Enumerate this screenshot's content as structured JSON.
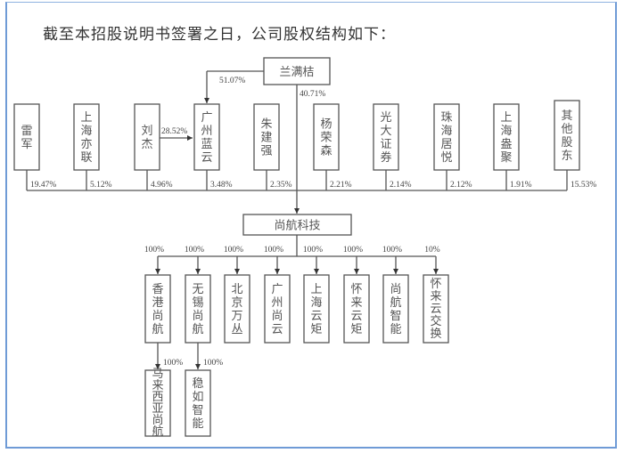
{
  "title": "截至本招股说明书签署之日，公司股权结构如下：",
  "controller": {
    "name": "兰满桔",
    "to_guangzhou_lanyun": "51.07%",
    "to_company": "40.71%"
  },
  "liu_jie_to_lanyun": "28.52%",
  "shareholders": [
    {
      "name": "雷军",
      "pct": "19.47%"
    },
    {
      "name": "上海亦联",
      "pct": "5.12%"
    },
    {
      "name": "刘杰",
      "pct": "4.96%"
    },
    {
      "name": "广州蓝云",
      "pct": "3.48%"
    },
    {
      "name": "朱建强",
      "pct": "2.35%"
    },
    {
      "name": "杨荣森",
      "pct": "2.21%"
    },
    {
      "name": "光大证券",
      "pct": "2.14%"
    },
    {
      "name": "珠海居悦",
      "pct": "2.12%"
    },
    {
      "name": "上海盎聚",
      "pct": "1.91%"
    },
    {
      "name": "其他股东",
      "pct": "15.53%"
    }
  ],
  "company": {
    "name": "尚航科技"
  },
  "subsidiaries": [
    {
      "name": "香港尚航",
      "pct": "100%"
    },
    {
      "name": "无锡尚航",
      "pct": "100%"
    },
    {
      "name": "北京万丛",
      "pct": "100%"
    },
    {
      "name": "广州尚云",
      "pct": "100%"
    },
    {
      "name": "上海云矩",
      "pct": "100%"
    },
    {
      "name": "怀来云矩",
      "pct": "100%"
    },
    {
      "name": "尚航智能",
      "pct": "100%"
    },
    {
      "name": "怀来云交换",
      "pct": "10%"
    }
  ],
  "second_level": [
    {
      "name": "马来西亚尚航",
      "pct": "100%",
      "parent": 0
    },
    {
      "name": "稳如智能",
      "pct": "100%",
      "parent": 1
    }
  ]
}
